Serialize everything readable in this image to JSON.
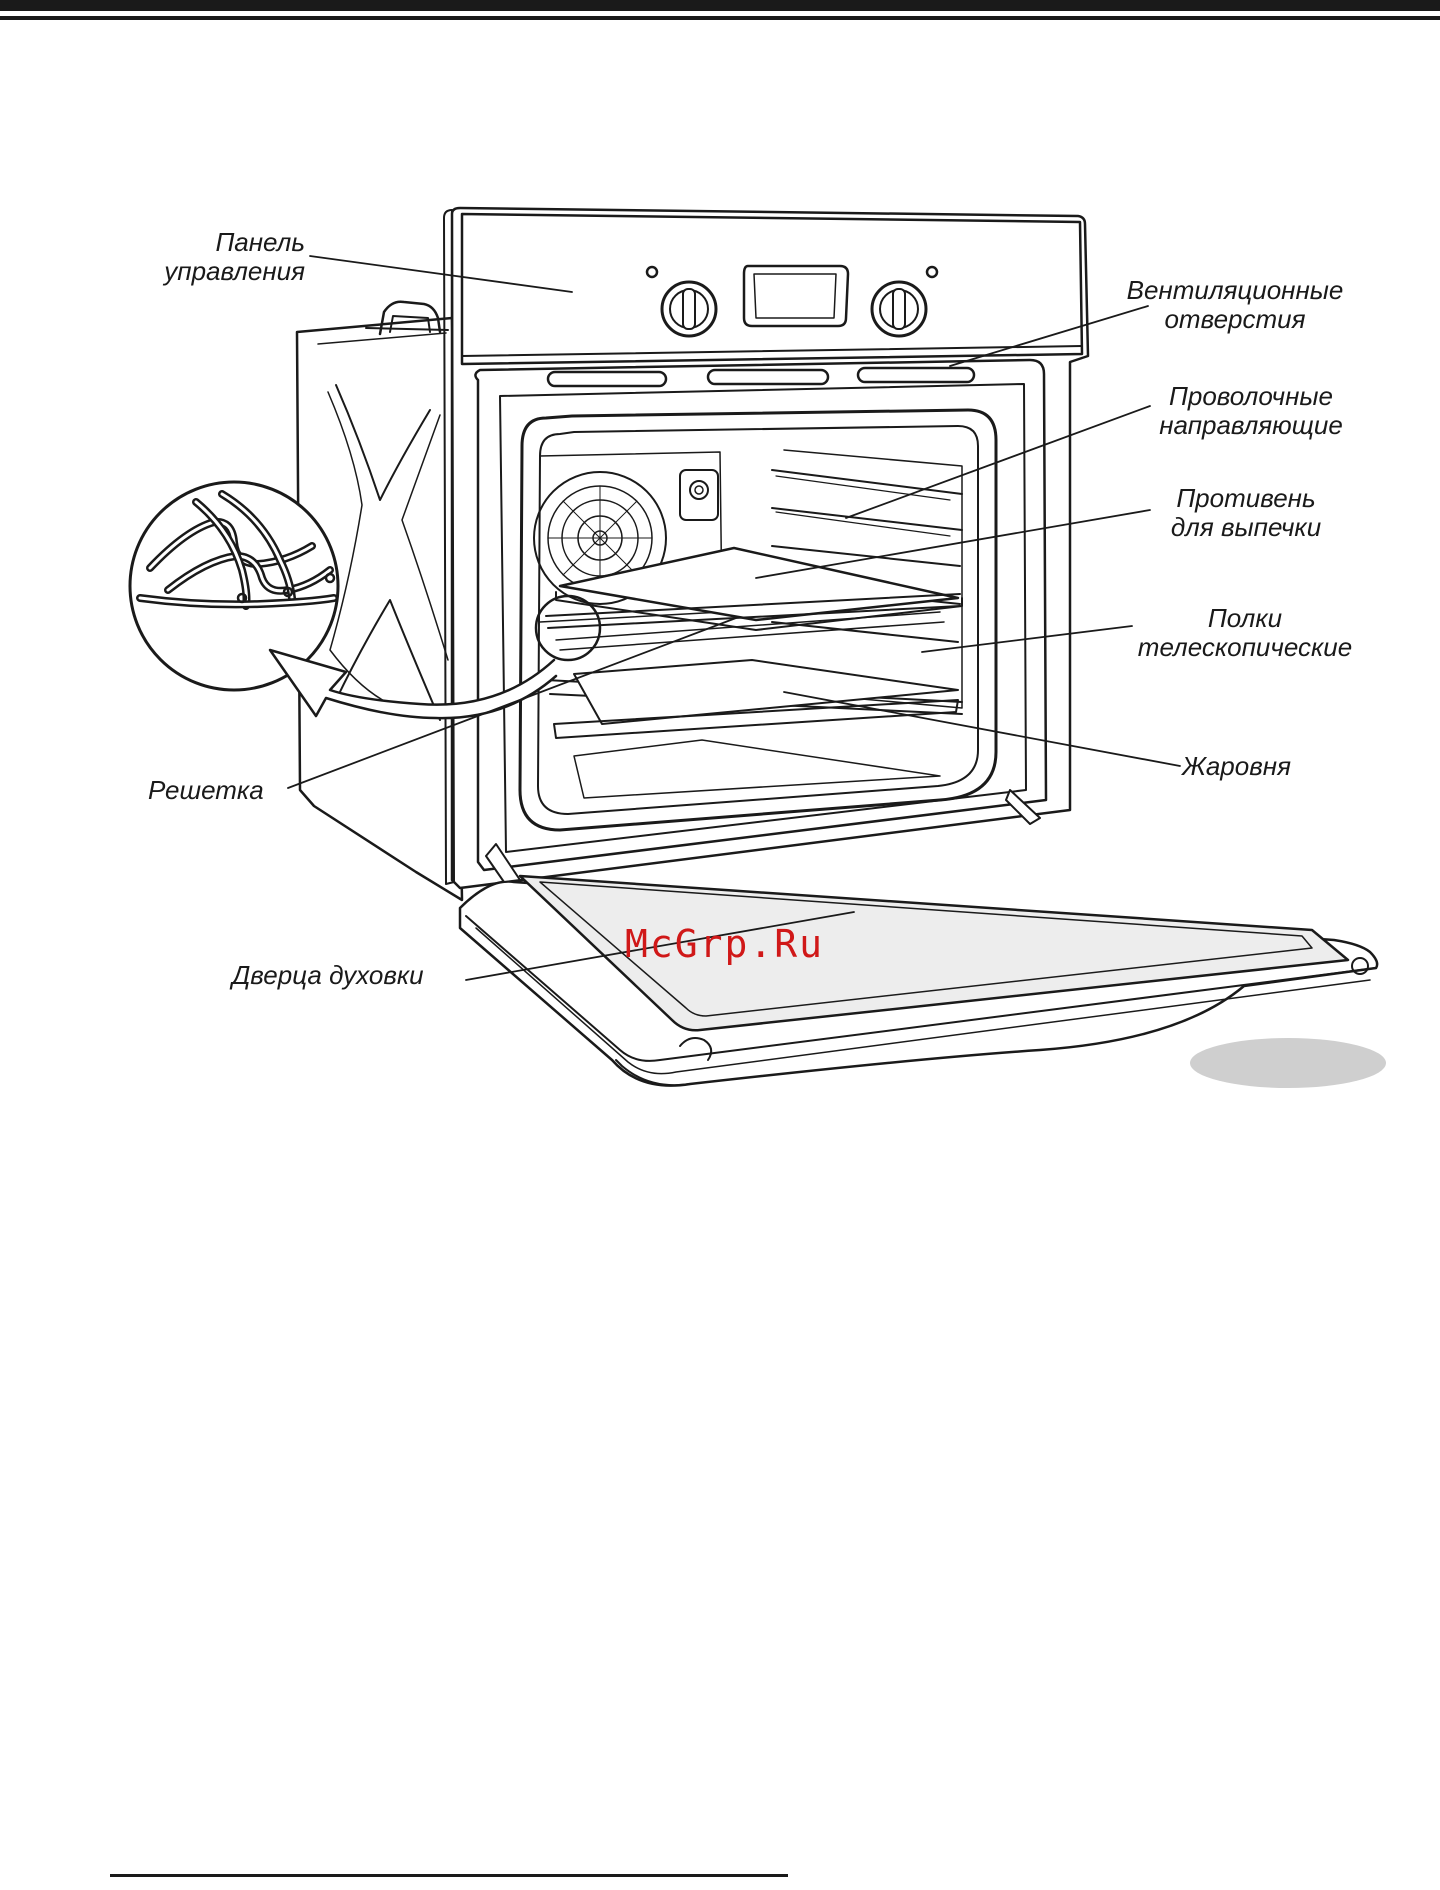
{
  "figure": {
    "labels": {
      "control_panel": [
        "Панель",
        "управления"
      ],
      "vents": [
        "Вентиляционные",
        "отверстия"
      ],
      "wire_guides": [
        "Проволочные",
        "направляющие"
      ],
      "baking_tray": [
        "Противень",
        "для выпечки"
      ],
      "telescopic_shelves": [
        "Полки",
        "телескопические"
      ],
      "roasting_pan": "Жаровня",
      "grill_rack": "Решетка",
      "oven_door": "Дверца духовки"
    },
    "watermark": "McGrp.Ru"
  },
  "colors": {
    "ink": "#1a1a1a",
    "door_glass": "#ededed",
    "watermark": "#d01818",
    "badge": "#cfcfcf"
  }
}
